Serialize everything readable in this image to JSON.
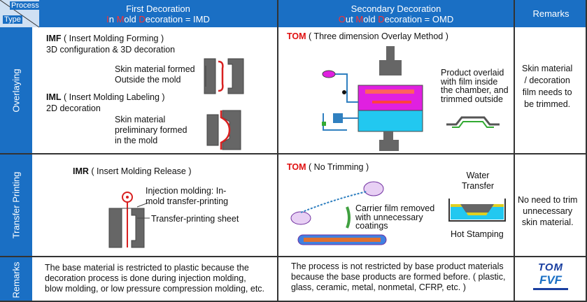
{
  "header": {
    "process": "Process",
    "type": "Type",
    "first_title": "First Decoration",
    "first_sub": [
      "I",
      "n ",
      "M",
      "old ",
      "D",
      "ecoration = IMD"
    ],
    "second_title": "Secondary Decoration",
    "second_sub": [
      "O",
      "ut ",
      "M",
      "old ",
      "D",
      "ecoration = OMD"
    ],
    "remarks": "Remarks"
  },
  "rows": {
    "overlaying": "Overlaying",
    "transfer": "Transfer Printing",
    "remarks": "Remarks"
  },
  "imd": {
    "imf_title_bold": "IMF",
    "imf_title_rest": "( Insert Molding Forming )",
    "imf_desc": "3D configuration & 3D decoration",
    "imf_note": [
      "Skin material formed",
      "Outside the mold"
    ],
    "iml_title_bold": "IML",
    "iml_title_rest": "( Insert Molding Labeling )",
    "iml_desc": "2D decoration",
    "iml_note": [
      "Skin material",
      "preliminary formed",
      "in the mold"
    ],
    "imr_title_bold": "IMR",
    "imr_title_rest": "( Insert Molding Release )",
    "imr_note1": [
      "Injection molding: In-",
      "mold transfer-printing"
    ],
    "imr_note2": "Transfer-printing sheet"
  },
  "omd": {
    "tom1_bold": "TOM",
    "tom1_rest": "( Three dimension Overlay Method )",
    "tom1_note": [
      "Product overlaid",
      "with film inside",
      "the chamber, and",
      "trimmed outside"
    ],
    "tom2_bold": "TOM",
    "tom2_rest": "( No Trimming )",
    "tom2_note": [
      "Carrier film removed",
      "with unnecessary",
      "coatings"
    ],
    "water": [
      "Water",
      "Transfer"
    ],
    "hot": "Hot Stamping"
  },
  "remarks_col": {
    "overlay": [
      "Skin material",
      "/ decoration",
      "film needs to",
      "be trimmed."
    ],
    "transfer": [
      "No need to trim",
      "unnecessary",
      "skin material."
    ]
  },
  "bottom": {
    "imd_text": [
      "The base material is restricted to plastic because the",
      "decoration process is done during injection molding,",
      "blow molding, or low pressure compression molding, etc."
    ],
    "omd_text": [
      "The process is not restricted by base product materials",
      "because the base products are formed before. ( plastic,",
      "glass, ceramic, metal, nonmetal, CFRP, etc. )"
    ]
  },
  "logo": {
    "line1": "TOM",
    "line2": "FVF"
  },
  "colors": {
    "header_blue": "#1a6fc4",
    "accent_red": "#e01010",
    "chamber_magenta": "#e020e0",
    "chamber_cyan": "#22c8f0"
  }
}
